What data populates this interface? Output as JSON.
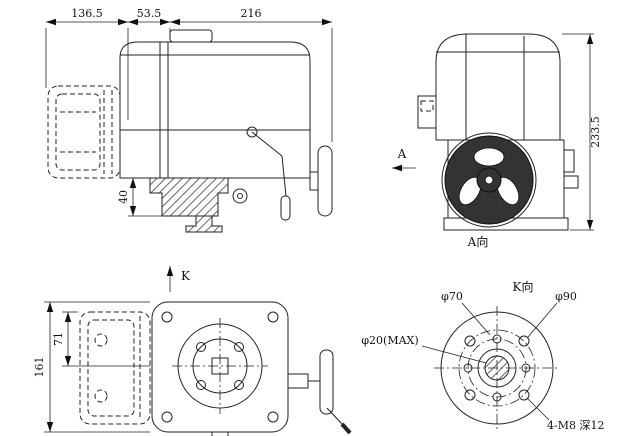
{
  "side_view": {
    "dim_motor_length": "136.5",
    "dim_mid_length": "53.5",
    "dim_body_length": "216",
    "dim_bracket_height": "40"
  },
  "front_view": {
    "dim_total_height": "233.5",
    "view_arrow": "A",
    "view_caption": "A向"
  },
  "top_view": {
    "view_arrow": "K",
    "dim_total_height": "161",
    "dim_motor_offset": "71"
  },
  "flange_view": {
    "caption": "K向",
    "bolt_circle_inner": "φ70",
    "bolt_circle_outer": "φ90",
    "center_hole": "φ20(MAX)",
    "tapped_holes": "4-M8 深12"
  }
}
